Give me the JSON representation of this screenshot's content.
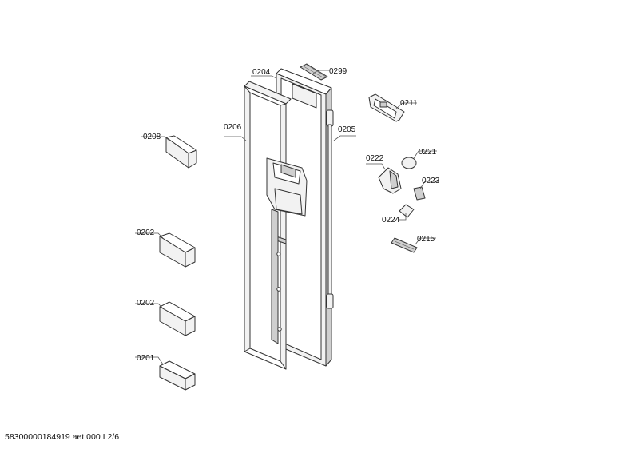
{
  "parts": {
    "p0204": "0204",
    "p0299": "0299",
    "p0211": "0211",
    "p0206": "0206",
    "p0205": "0205",
    "p0208": "0208",
    "p0222": "0222",
    "p0221": "0221",
    "p0223": "0223",
    "p0224": "0224",
    "p0215": "0215",
    "p0202a": "0202",
    "p0202b": "0202",
    "p0201": "0201"
  },
  "footer": "58300000184919 aet 000 I 2/6"
}
